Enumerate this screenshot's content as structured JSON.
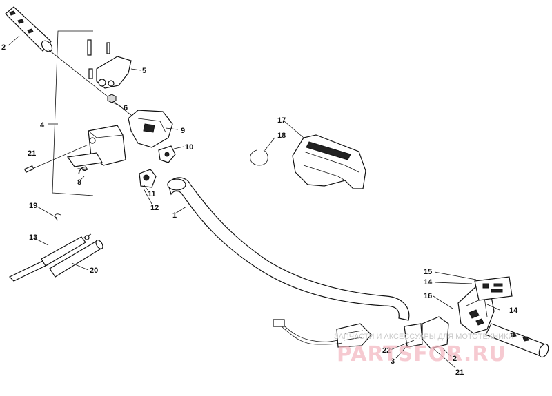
{
  "callouts": {
    "c1": "1",
    "c2_top": "2",
    "c2_bottom": "2",
    "c3": "3",
    "c4": "4",
    "c5": "5",
    "c6": "6",
    "c7": "7",
    "c8": "8",
    "c9": "9",
    "c10": "10",
    "c11": "11",
    "c12": "12",
    "c13": "13",
    "c14_top": "14",
    "c14_right": "14",
    "c15": "15",
    "c16": "16",
    "c17": "17",
    "c18": "18",
    "c19": "19",
    "c20": "20",
    "c21_left": "21",
    "c21_bottom": "21",
    "c22": "22"
  },
  "watermark": {
    "caption": "ЗАПЧАСТИ И АКСЕССУАРЫ ДЛЯ МОТОТЕХНИКИ",
    "brand": "PARTSFOR.RU"
  },
  "colors": {
    "line": "#111111",
    "watermark_brand": "#f3b8c2",
    "watermark_caption": "#c9c9c9"
  }
}
